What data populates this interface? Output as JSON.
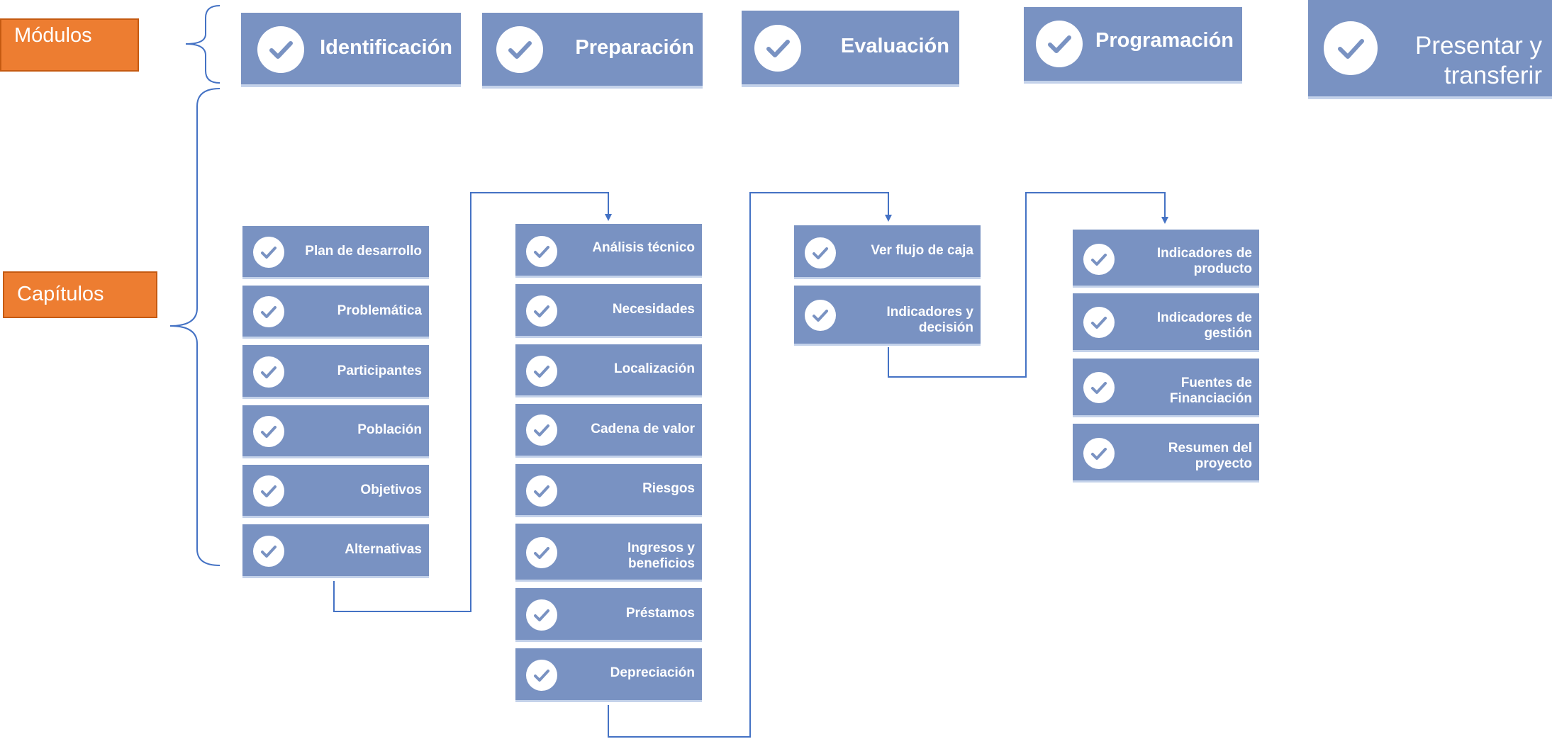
{
  "labels": {
    "modulos": "Módulos",
    "capitulos": "Capítulos"
  },
  "modules": [
    "Identificación",
    "Preparación",
    "Evaluación",
    "Programación",
    "Presentar y transferir"
  ],
  "chapters": {
    "identificacion": [
      "Plan de desarrollo",
      "Problemática",
      "Participantes",
      "Población",
      "Objetivos",
      "Alternativas"
    ],
    "preparacion": [
      "Análisis técnico",
      "Necesidades",
      "Localización",
      "Cadena de valor",
      "Riesgos",
      "Ingresos y beneficios",
      "Préstamos",
      "Depreciación"
    ],
    "evaluacion": [
      "Ver flujo de caja",
      "Indicadores y decisión"
    ],
    "programacion": [
      "Indicadores de producto",
      "Indicadores de gestión",
      "Fuentes de Financiación",
      "Resumen del proyecto"
    ]
  },
  "colors": {
    "tile": "#7992C2",
    "label": "#ED7D31",
    "connector": "#4472C4"
  },
  "icons": {
    "tile_icon": "check-circle-icon"
  }
}
